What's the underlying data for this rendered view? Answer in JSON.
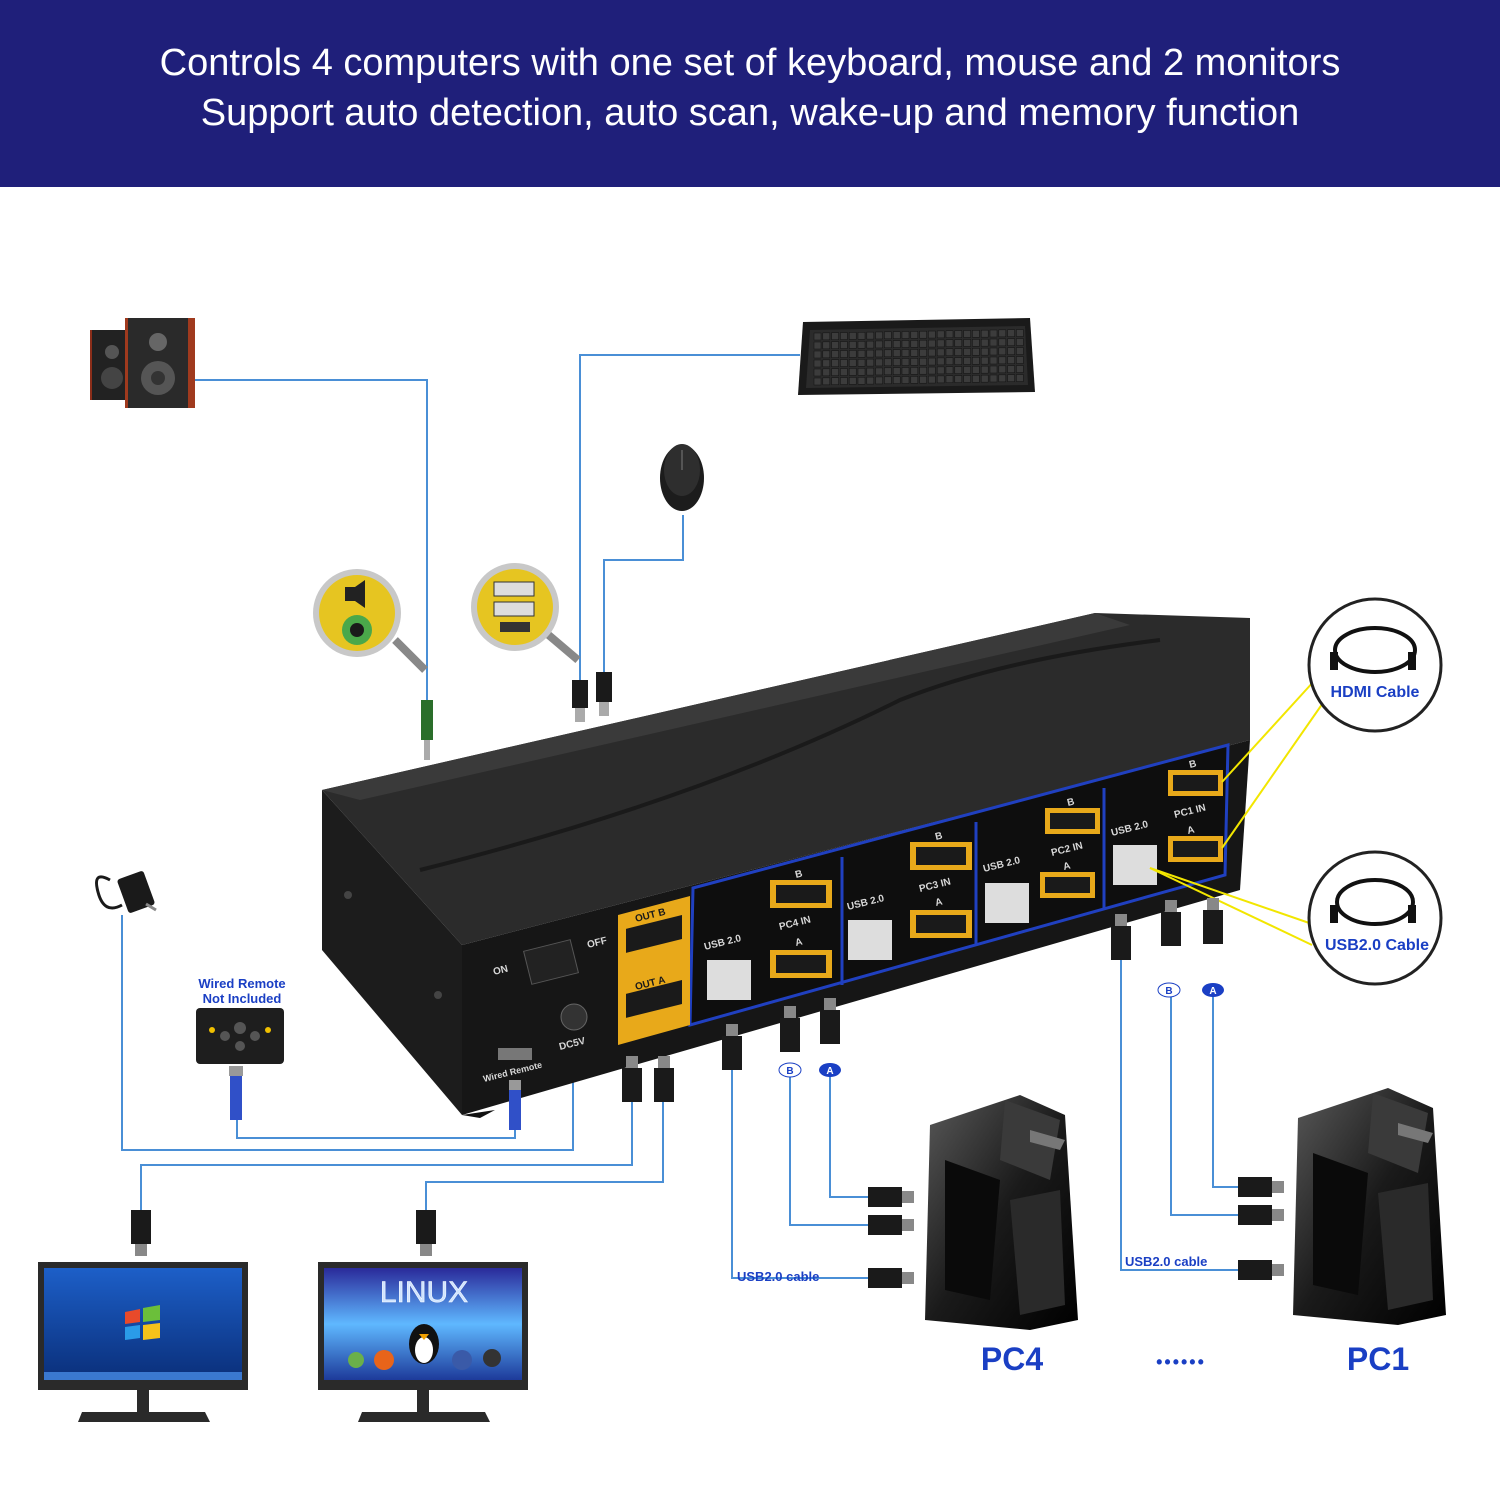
{
  "banner": {
    "line1": "Controls 4 computers with one set of keyboard, mouse and 2 monitors",
    "line2": "Support auto detection, auto scan, wake-up and memory function"
  },
  "colors": {
    "banner_bg": "#1f1f7a",
    "wire": "#4a8fd6",
    "label_blue": "#1a3fc4",
    "port_gold": "#e8a91a",
    "callout_yellow": "#f2e600"
  },
  "device": {
    "out_b": "OUT B",
    "out_a": "OUT A",
    "on": "ON",
    "off": "OFF",
    "dc5v": "DC5V",
    "wired_remote_port": "Wired Remote",
    "usb20": "USB 2.0",
    "pc4_in": "PC4 IN",
    "pc3_in": "PC3 IN",
    "pc2_in": "PC2 IN",
    "pc1_in": "PC1 IN",
    "port_b": "B",
    "port_a": "A"
  },
  "remote_label_line1": "Wired Remote",
  "remote_label_line2": "Not Included",
  "cable_callouts": {
    "hdmi": "HDMI Cable",
    "usb": "USB2.0 Cable"
  },
  "connector_tags": {
    "b": "B",
    "a": "A"
  },
  "usb_cable_label": "USB2.0 cable",
  "monitor_linux_text": "LINUX",
  "pcs": {
    "pc4": "PC4",
    "ellipsis": "••••••",
    "pc1": "PC1"
  },
  "icons": [
    "speaker-icon",
    "keyboard-icon",
    "mouse-icon",
    "audio-jack-icon",
    "usb-port-icon",
    "power-adapter-icon",
    "remote-icon",
    "monitor-icon",
    "pc-tower-icon",
    "hdmi-cable-icon",
    "usb-cable-icon"
  ]
}
